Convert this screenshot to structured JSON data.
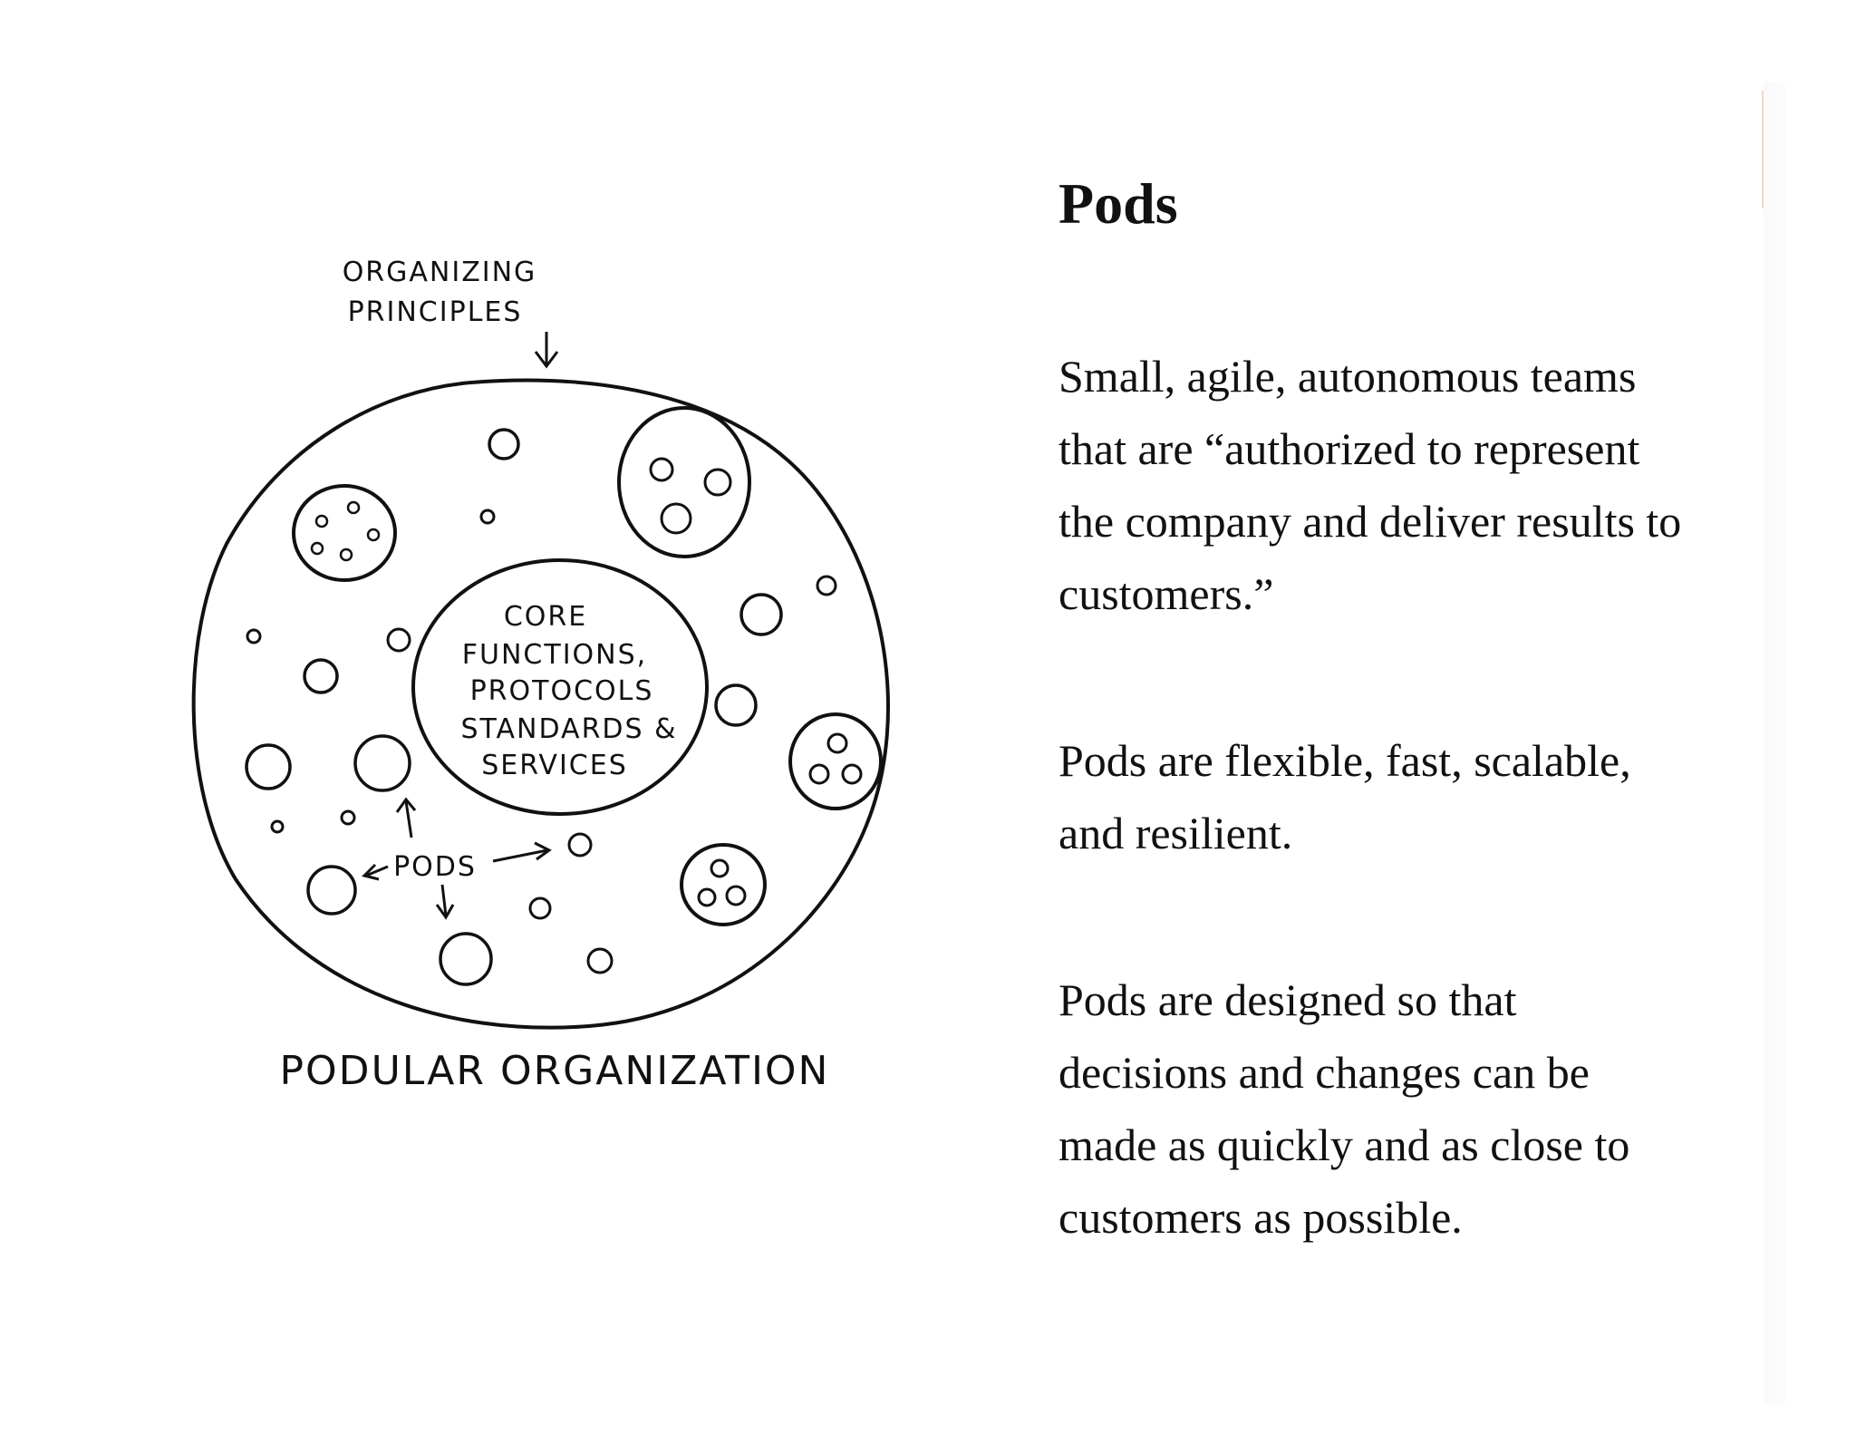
{
  "slide": {
    "title": "Pods",
    "paragraphs": [
      "Small, agile, autonomous teams that are “authorized to represent the company and deliver results to customers.”",
      "Pods are flexible, fast, scalable, and resilient.",
      "Pods are designed so that decisions and changes can be made as quickly and as close to customers as possible."
    ]
  },
  "diagram": {
    "top_label_line1": "ORGANIZING",
    "top_label_line2": "PRINCIPLES",
    "core_line1": "CORE",
    "core_line2": "FUNCTIONS,",
    "core_line3": "PROTOCOLS",
    "core_line4": "STANDARDS &",
    "core_line5": "SERVICES",
    "pods_label": "PODS",
    "caption": "PODULAR ORGANIZATION"
  }
}
